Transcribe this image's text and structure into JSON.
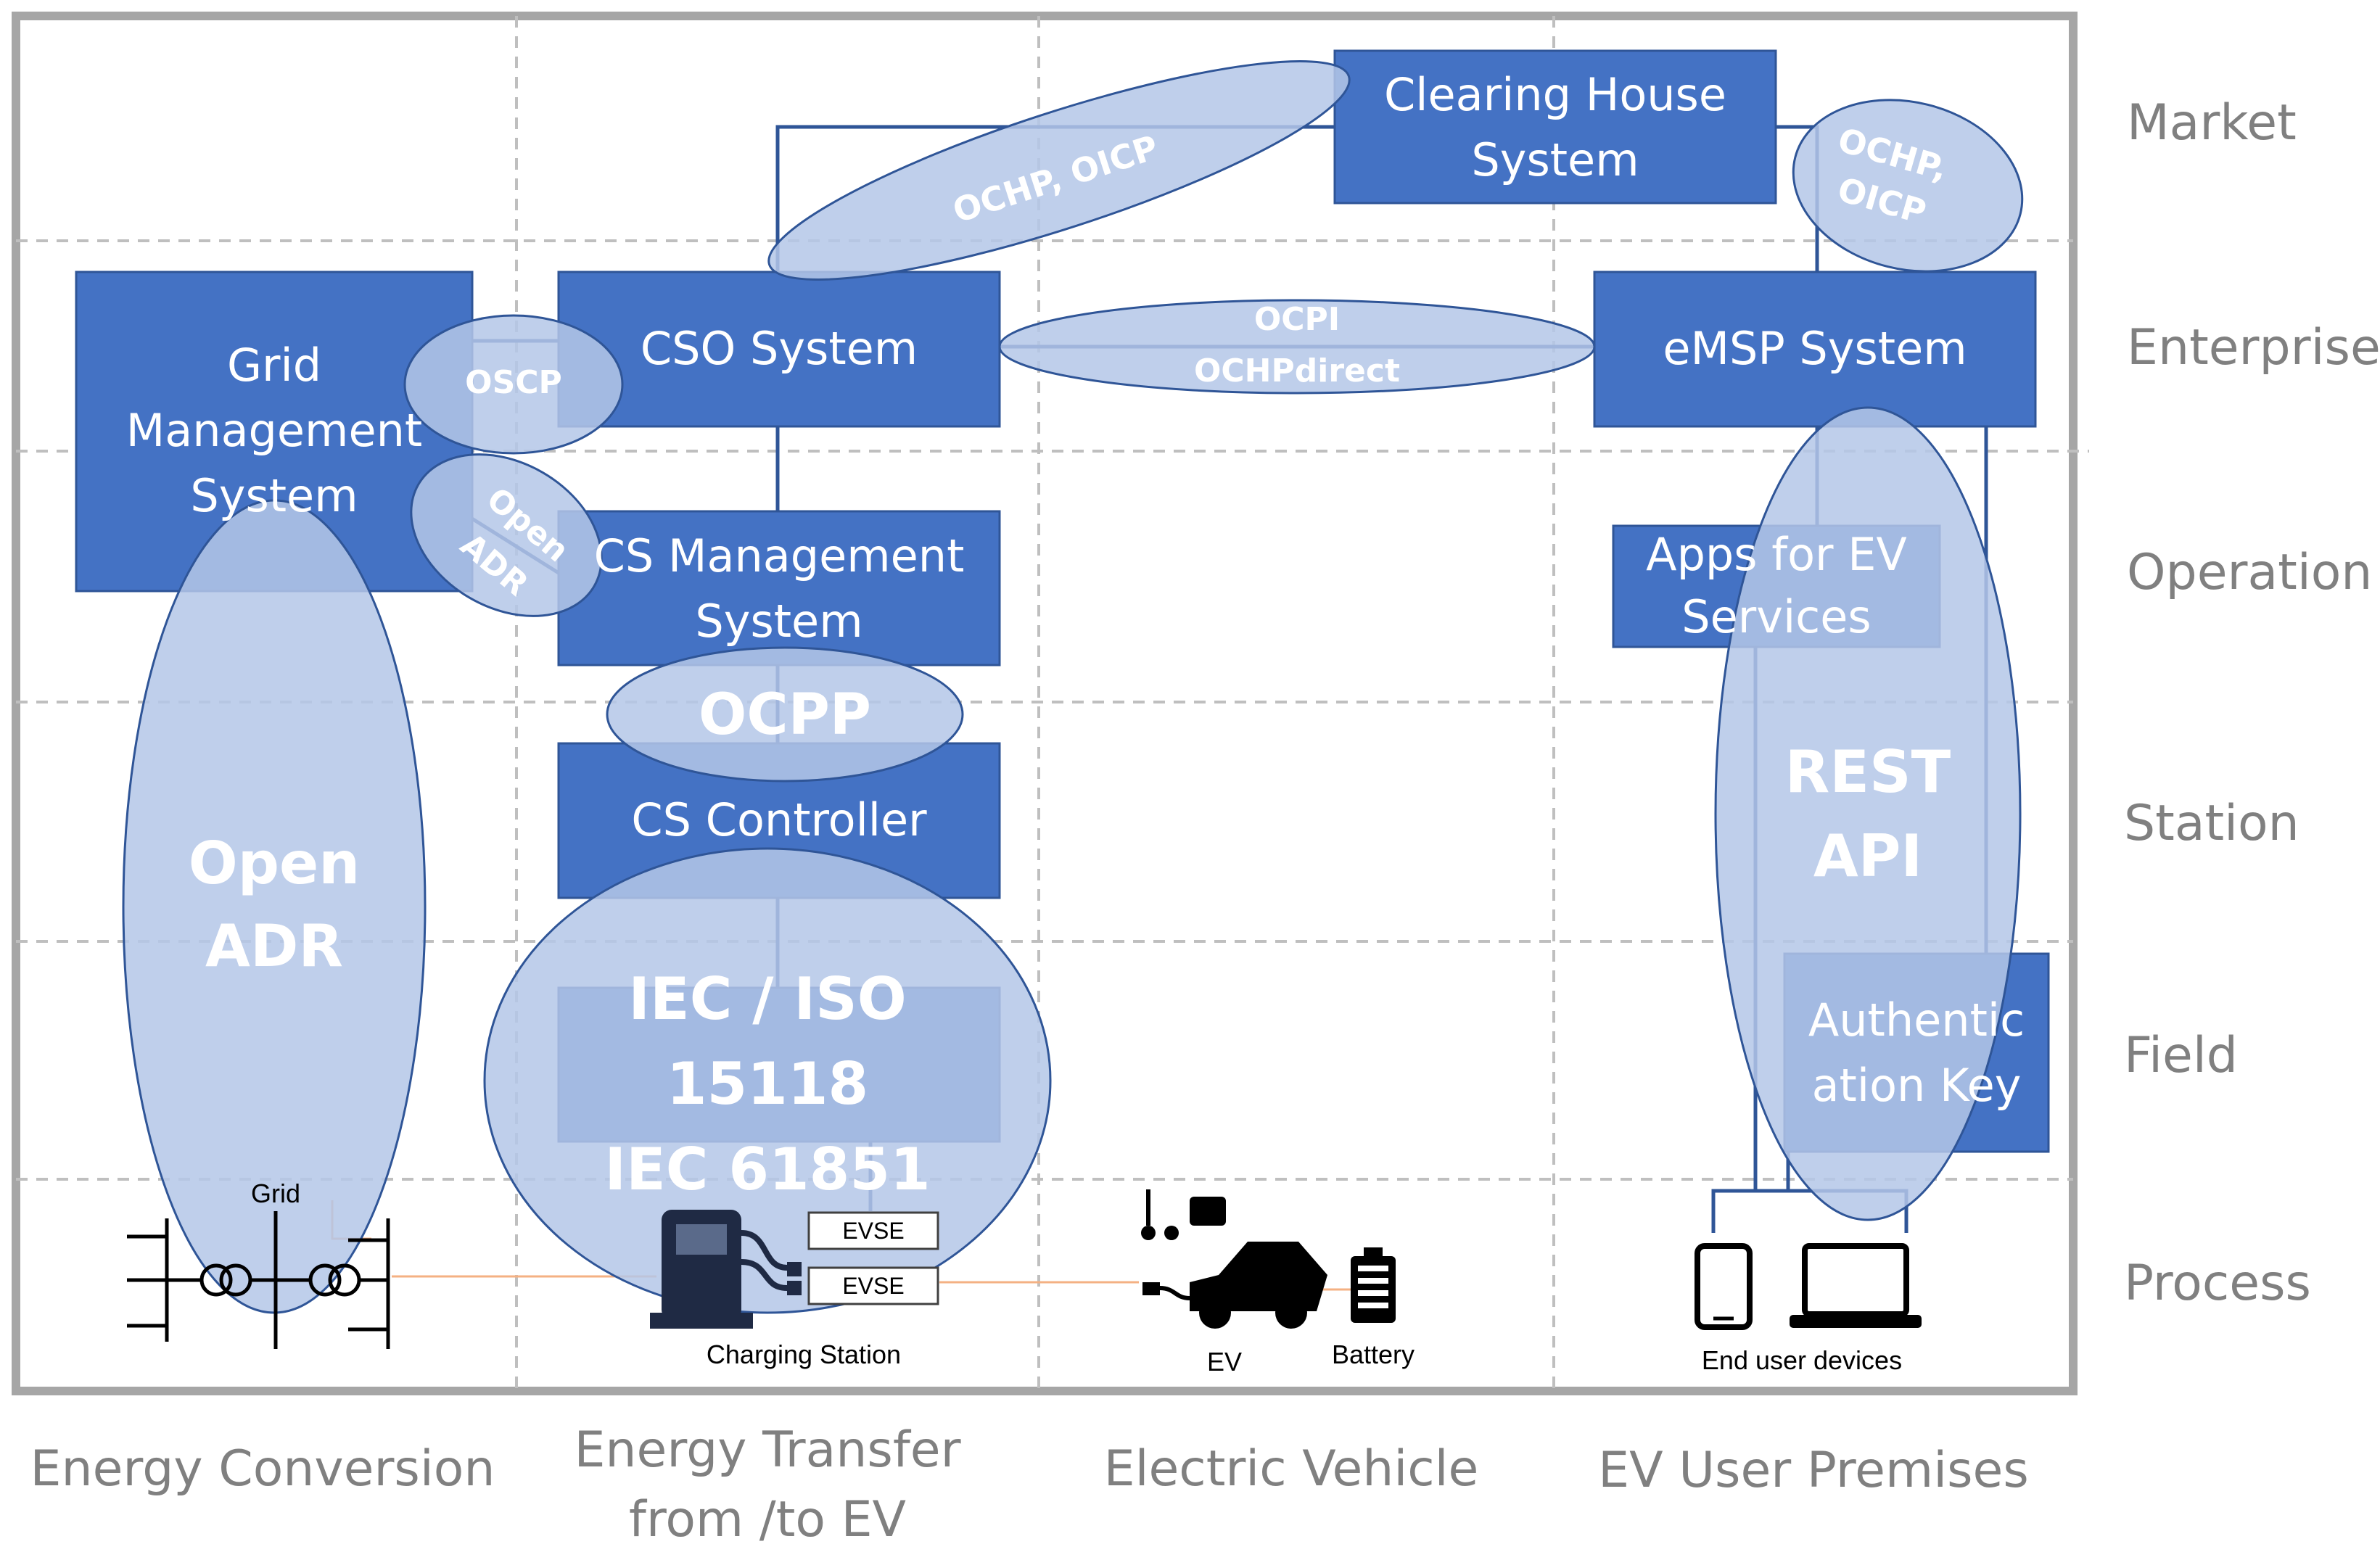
{
  "colors": {
    "box_fill": "#4472C4",
    "ellipse_fill": "#B4C7E7",
    "line": "#2F5597",
    "grid": "#BFBFBF",
    "frame": "#A6A6A6",
    "axis_text": "#808080",
    "power_line": "#F4B183"
  },
  "layers": [
    "Market",
    "Enterprise",
    "Operation",
    "Station",
    "Field",
    "Process"
  ],
  "domains": {
    "energy_conversion": "Energy Conversion",
    "energy_transfer_1": "Energy Transfer",
    "energy_transfer_2": "from /to EV",
    "electric_vehicle": "Electric Vehicle",
    "ev_user_premises": "EV User Premises"
  },
  "systems": {
    "clearing_house": [
      "Clearing House",
      "System"
    ],
    "grid_management": [
      "Grid",
      "Management",
      "System"
    ],
    "cso_system": "CSO System",
    "emsp_system": "eMSP System",
    "cs_management": [
      "CS Management",
      "System"
    ],
    "apps_ev": [
      "Apps for EV",
      "Services"
    ],
    "cs_controller": "CS Controller",
    "authentication_key": [
      "Authentic",
      "ation Key"
    ]
  },
  "protocols": {
    "ochp_oicp_left": "OCHP, OICP",
    "ochp_oicp_right": [
      "OCHP,",
      "OICP"
    ],
    "ocpi": "OCPI",
    "ochpdirect": "OCHPdirect",
    "oscp": "OSCP",
    "openadr_small": [
      "Open",
      "ADR"
    ],
    "ocpp": "OCPP",
    "openadr_large": [
      "Open",
      "ADR"
    ],
    "iec_iso_15118": [
      "IEC / ISO",
      "15118"
    ],
    "iec_61851": "IEC 61851",
    "rest_api": [
      "REST",
      "API"
    ]
  },
  "devices": {
    "grid": "Grid",
    "evse_1": "EVSE",
    "evse_2": "EVSE",
    "charging_station": "Charging Station",
    "ev": "EV",
    "battery": "Battery",
    "end_user_devices": "End user devices"
  }
}
